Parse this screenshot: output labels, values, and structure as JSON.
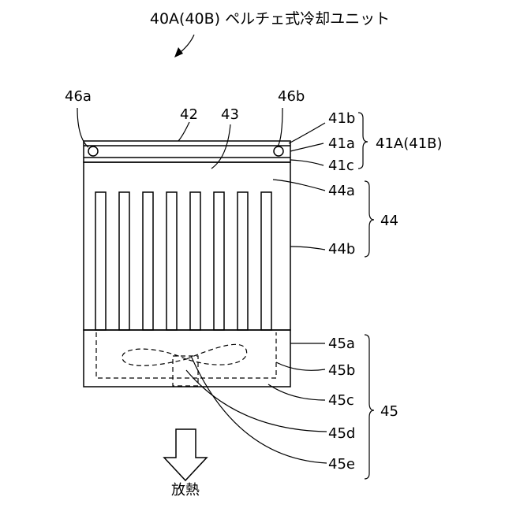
{
  "title": "40A(40B) ペルチェ式冷却ユニット",
  "labels": {
    "l46a": "46a",
    "l46b": "46b",
    "l42": "42",
    "l43": "43",
    "l41b": "41b",
    "l41a": "41a",
    "l41c": "41c",
    "l41A": "41A(41B)",
    "l44a": "44a",
    "l44": "44",
    "l44b": "44b",
    "l45a": "45a",
    "l45b": "45b",
    "l45c": "45c",
    "l45": "45",
    "l45d": "45d",
    "l45e": "45e",
    "heat": "放熱"
  }
}
